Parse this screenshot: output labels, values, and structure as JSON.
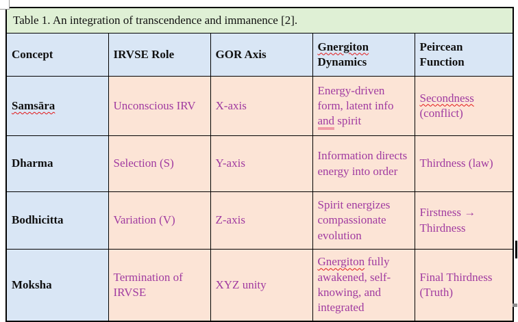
{
  "colors": {
    "caption_bg": "#dff0d5",
    "header_bg": "#d9e6f5",
    "concept_col_bg": "#d9e6f5",
    "data_cell_bg": "#fce4d6",
    "data_text_purple": "#a03aa0",
    "heading_text": "#101010",
    "spellcheck_squiggle_red": "#e31414",
    "grammar_underline_pink": "#f09aa6",
    "table_border": "#000000"
  },
  "table": {
    "caption": "Table 1. An integration of transcendence and immanence [2].",
    "header": [
      {
        "text": "Concept"
      },
      {
        "text": "IRVSE Role"
      },
      {
        "text": "GOR Axis"
      },
      {
        "flagged": "Gnergiton",
        "rest": " Dynamics"
      },
      {
        "text": "Peircean Function"
      }
    ],
    "rows": [
      {
        "concept": {
          "flagged": "Samsāra"
        },
        "irvse": "Unconscious IRV",
        "gor": "X-axis",
        "dynamics": {
          "pre": "Energy-driven form, latent info ",
          "grammar": "and",
          "post": " spirit"
        },
        "peircean": {
          "flagged": "Secondness",
          "rest": " (conflict)"
        }
      },
      {
        "concept": {
          "text": "Dharma"
        },
        "irvse": "Selection (S)",
        "gor": "Y-axis",
        "dynamics": {
          "text": "Information directs energy into order"
        },
        "peircean": {
          "text": "Thirdness (law)"
        }
      },
      {
        "concept": {
          "text": "Bodhicitta"
        },
        "irvse": "Variation (V)",
        "gor": "Z-axis",
        "dynamics": {
          "text": "Spirit energizes compassionate evolution"
        },
        "peircean": {
          "text": "Firstness → Thirdness"
        }
      },
      {
        "concept": {
          "text": "Moksha"
        },
        "irvse": "Termination of IRVSE",
        "gor": "XYZ unity",
        "dynamics": {
          "flagged": "Gnergiton",
          "rest": " fully awakened, self-knowing, and integrated"
        },
        "peircean": {
          "text": "Final Thirdness (Truth)"
        }
      }
    ]
  }
}
